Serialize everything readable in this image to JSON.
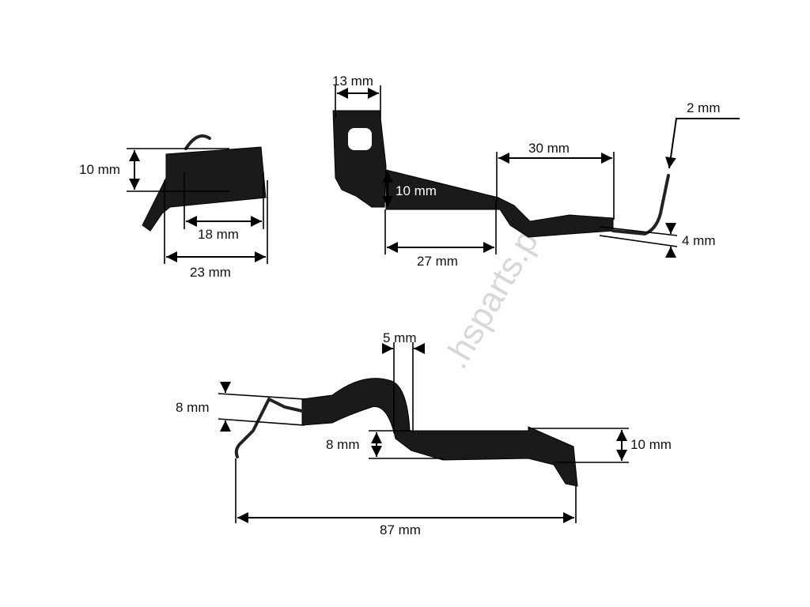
{
  "watermark": ".hsparts.pl",
  "views": {
    "end_view": {
      "height_label": "10 mm",
      "inner_width_label": "18 mm",
      "overall_width_label": "23 mm"
    },
    "side_view": {
      "bracket_width_label": "13 mm",
      "wedge_height_label": "10 mm",
      "wedge_length_label": "27 mm",
      "strip_length_label": "30 mm",
      "wire_diameter_label": "2 mm",
      "strip_thickness_label": "4 mm"
    },
    "top_view": {
      "step_width_label": "5 mm",
      "hook_height_label": "8 mm",
      "step_height_label": "8 mm",
      "end_height_label": "10 mm",
      "overall_length_label": "87 mm"
    }
  }
}
